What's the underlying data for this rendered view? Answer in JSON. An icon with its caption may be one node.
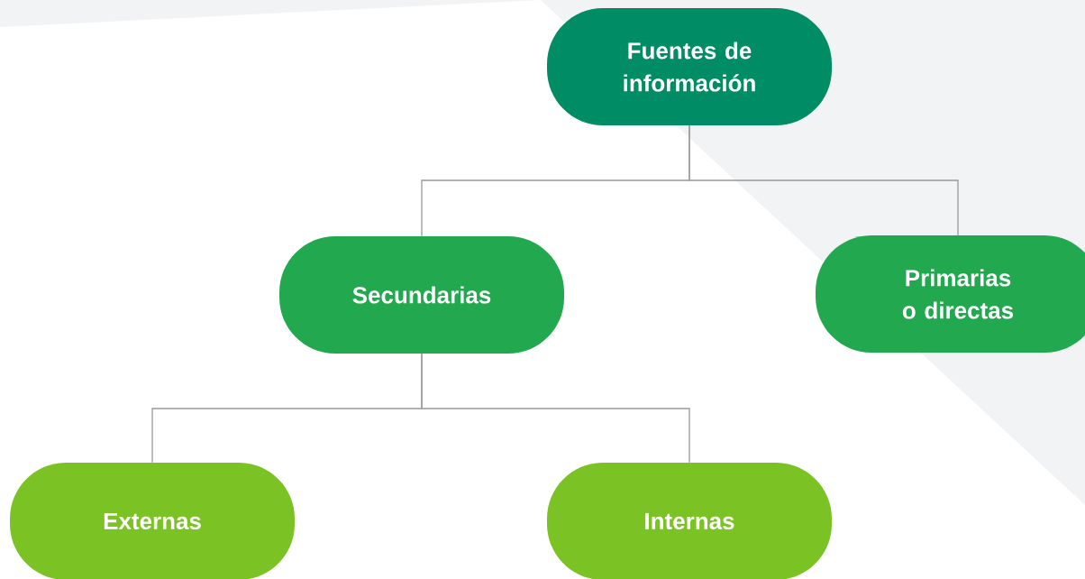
{
  "diagram": {
    "nodes": [
      {
        "text": [
          "Fuentes de información"
        ]
      },
      {
        "text": [
          "Secundarias"
        ]
      },
      {
        "text": [
          "Primarias o directas"
        ]
      },
      {
        "text": [
          "Externas"
        ]
      },
      {
        "text": [
          "Internas"
        ]
      }
    ],
    "edges": [
      {
        "from": 0,
        "to": 1,
        "arrow": "none"
      },
      {
        "from": 0,
        "to": 2,
        "arrow": "none"
      },
      {
        "from": 1,
        "to": 3,
        "arrow": "none"
      },
      {
        "from": 1,
        "to": 4,
        "arrow": "none"
      }
    ]
  }
}
